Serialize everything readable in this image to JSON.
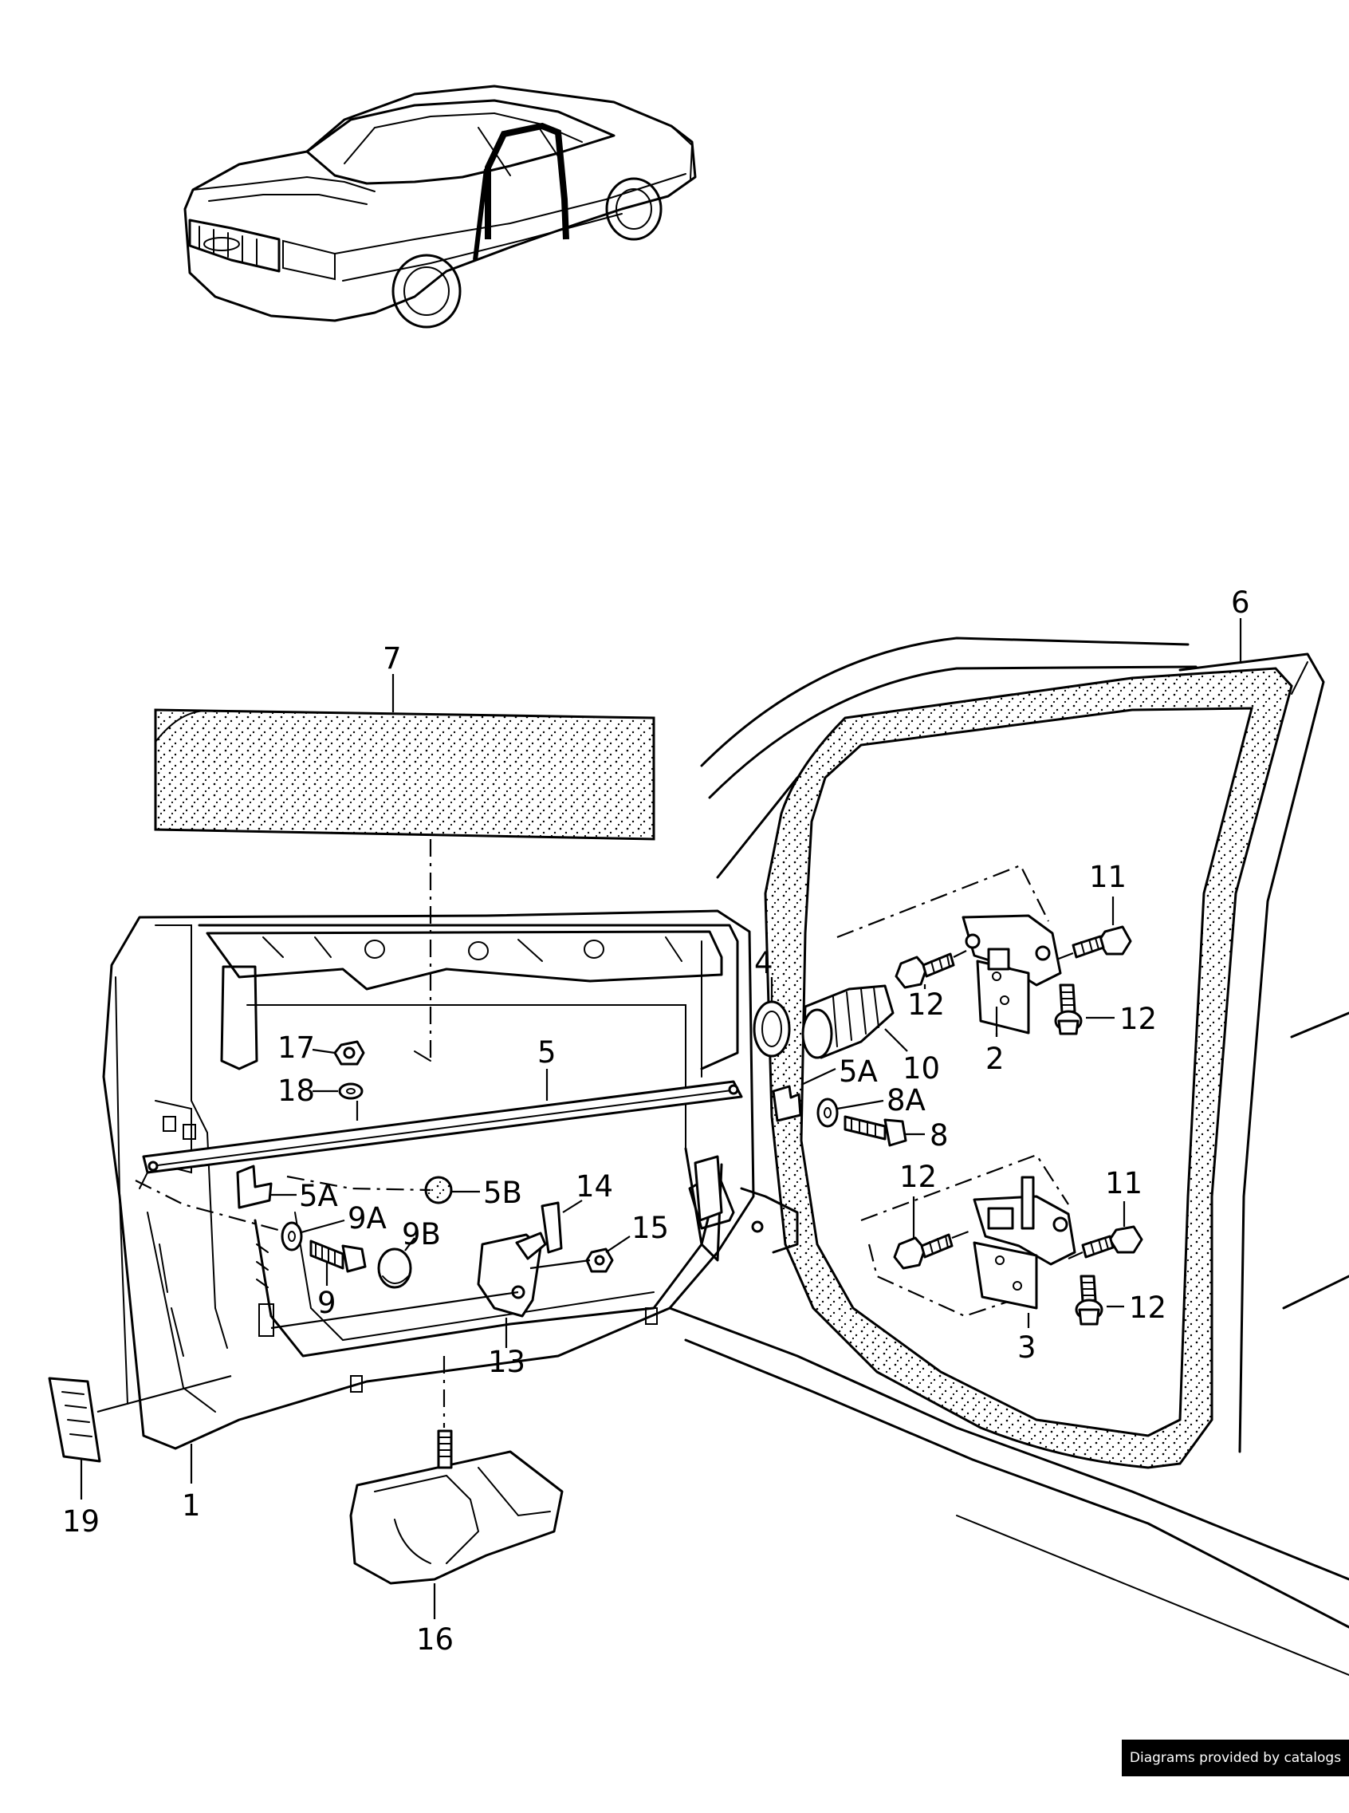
{
  "callouts": [
    {
      "id": "c1",
      "text": "1"
    },
    {
      "id": "c2",
      "text": "2"
    },
    {
      "id": "c3",
      "text": "3"
    },
    {
      "id": "c4",
      "text": "4"
    },
    {
      "id": "c5",
      "text": "5"
    },
    {
      "id": "c5A_a",
      "text": "5A"
    },
    {
      "id": "c5A_b",
      "text": "5A"
    },
    {
      "id": "c5B",
      "text": "5B"
    },
    {
      "id": "c6",
      "text": "6"
    },
    {
      "id": "c7",
      "text": "7"
    },
    {
      "id": "c8",
      "text": "8"
    },
    {
      "id": "c8A",
      "text": "8A"
    },
    {
      "id": "c9",
      "text": "9"
    },
    {
      "id": "c9A",
      "text": "9A"
    },
    {
      "id": "c9B",
      "text": "9B"
    },
    {
      "id": "c10",
      "text": "10"
    },
    {
      "id": "c11_a",
      "text": "11"
    },
    {
      "id": "c11_b",
      "text": "11"
    },
    {
      "id": "c12_a",
      "text": "12"
    },
    {
      "id": "c12_b",
      "text": "12"
    },
    {
      "id": "c12_c",
      "text": "12"
    },
    {
      "id": "c12_d",
      "text": "12"
    },
    {
      "id": "c13",
      "text": "13"
    },
    {
      "id": "c14",
      "text": "14"
    },
    {
      "id": "c15",
      "text": "15"
    },
    {
      "id": "c16",
      "text": "16"
    },
    {
      "id": "c17",
      "text": "17"
    },
    {
      "id": "c18",
      "text": "18"
    },
    {
      "id": "c19",
      "text": "19"
    }
  ],
  "watermark": "Diagrams provided by catalogs parts"
}
